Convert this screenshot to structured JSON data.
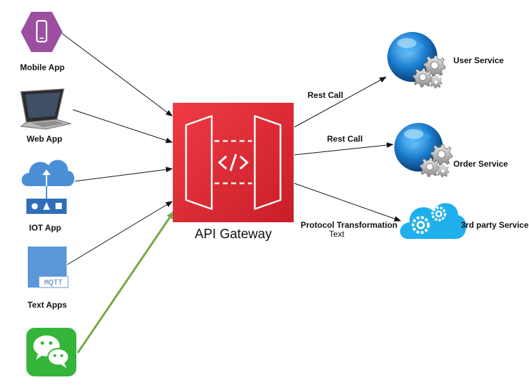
{
  "clients": [
    {
      "label": "Mobile App",
      "icon": "mobile-hexagon-icon"
    },
    {
      "label": "Web App",
      "icon": "laptop-icon"
    },
    {
      "label": "IOT App",
      "icon": "iot-cloud-icon"
    },
    {
      "label": "Text Apps",
      "icon": "mqtt-icon"
    },
    {
      "label": "",
      "icon": "wechat-icon"
    }
  ],
  "gateway": {
    "label": "API Gateway",
    "icon": "api-gateway-icon",
    "color": "#d92b34"
  },
  "services": [
    {
      "label": "User Service",
      "icon": "globe-gears-icon",
      "edge_label": "Rest Call"
    },
    {
      "label": "Order Service",
      "icon": "globe-gears-icon",
      "edge_label": "Rest Call"
    },
    {
      "label": "3rd party Service",
      "icon": "cloud-gears-icon",
      "edge_label": "Protocol Transformation",
      "edge_sublabel": "Text"
    }
  ],
  "colors": {
    "highlight_edge": "#72ab48",
    "arrow": "#111111",
    "blue": "#4a8fd6",
    "wechat": "#34b53a",
    "mobile": "#9b4fa0"
  }
}
